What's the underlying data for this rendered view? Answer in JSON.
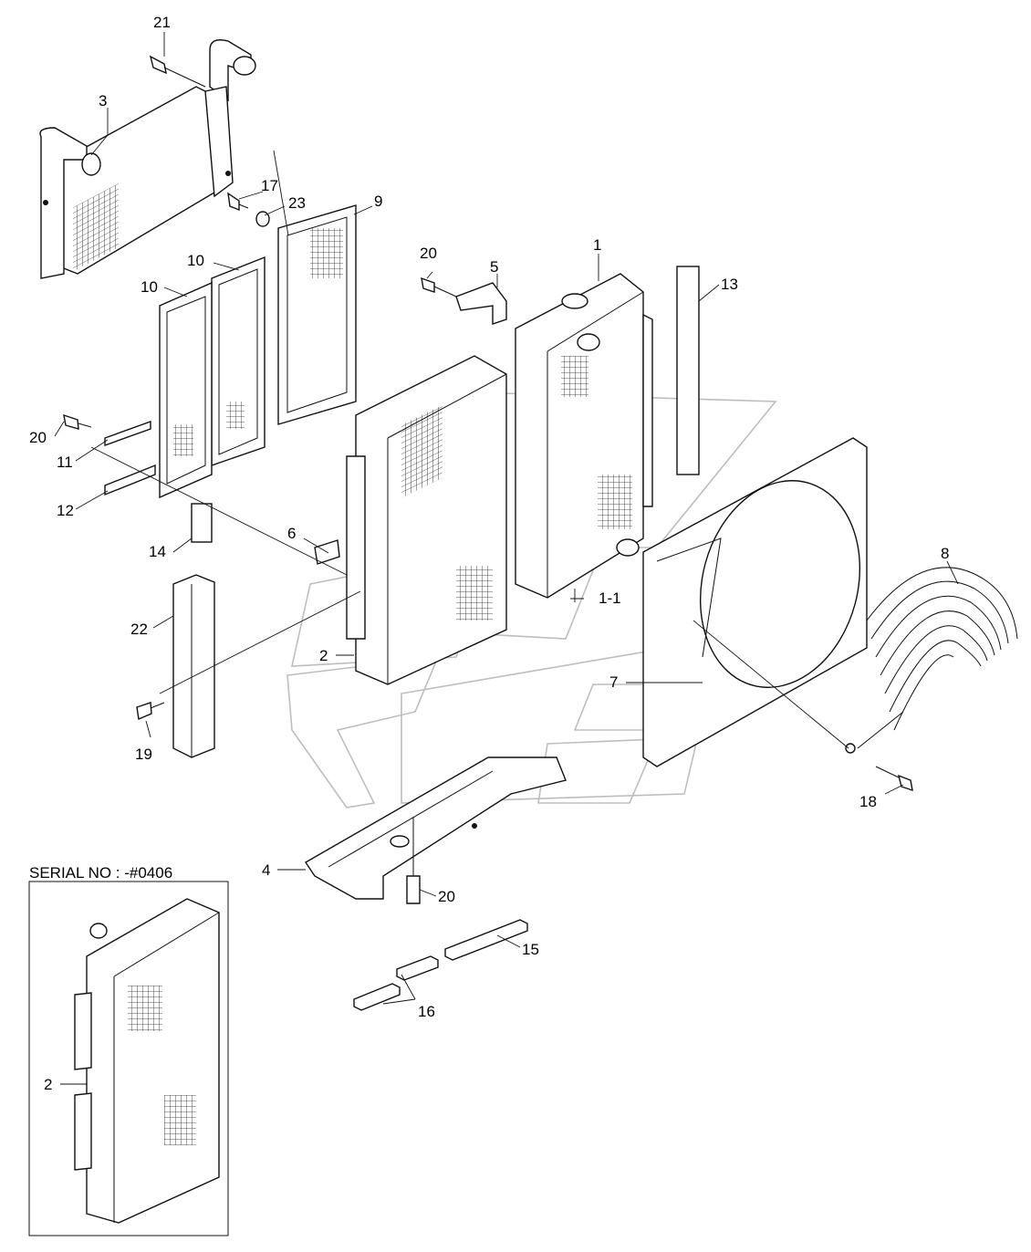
{
  "serial_note": "SERIAL NO : -#0406",
  "callouts": {
    "p1": "1",
    "p1_1": "1-1",
    "p2": "2",
    "p2_inset": "2",
    "p3": "3",
    "p4": "4",
    "p5": "5",
    "p6": "6",
    "p7": "7",
    "p8": "8",
    "p9": "9",
    "p10a": "10",
    "p10b": "10",
    "p11": "11",
    "p12": "12",
    "p13": "13",
    "p14": "14",
    "p15": "15",
    "p16": "16",
    "p17": "17",
    "p18": "18",
    "p19": "19",
    "p20a": "20",
    "p20b": "20",
    "p20c": "20",
    "p21": "21",
    "p22": "22",
    "p23": "23"
  },
  "colors": {
    "line": "#111111",
    "watermark": "#bdbdbd",
    "background": "#ffffff"
  }
}
